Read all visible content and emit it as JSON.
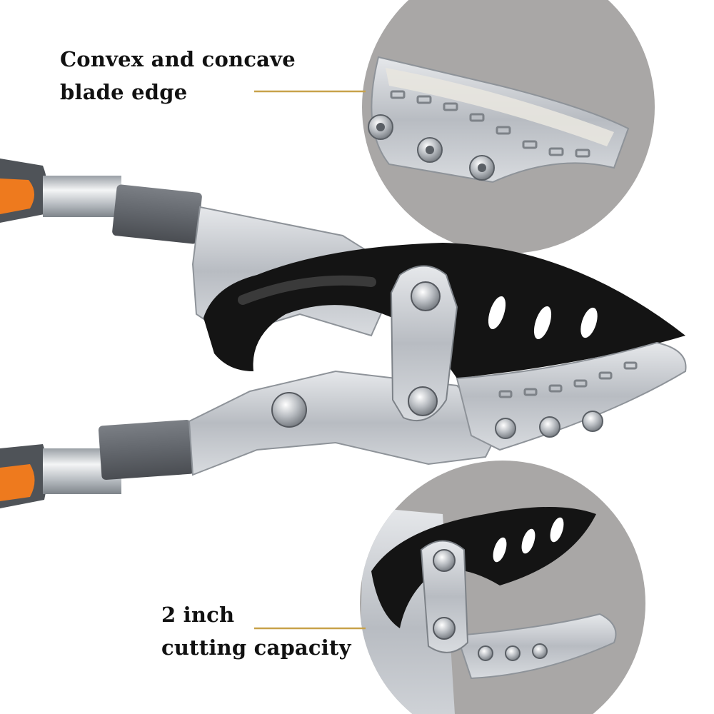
{
  "captions": {
    "top": {
      "line1": "Convex and concave",
      "line2": "blade edge"
    },
    "bottom": {
      "line1": "2 inch",
      "line2": "cutting capacity"
    }
  },
  "colors": {
    "background": "#ffffff",
    "callout_circle": "#a9a7a6",
    "leader_line": "#c8a24a",
    "handle_grip_orange": "#ee7a1e",
    "handle_grip_gray": "#5c6066",
    "blade_black": "#141414",
    "steel": "#c9ccd0"
  }
}
